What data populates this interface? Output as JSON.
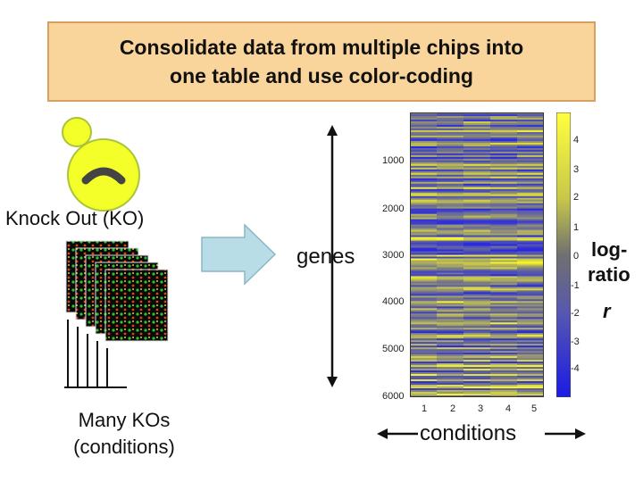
{
  "title": {
    "line1": "Consolidate data from multiple chips into",
    "line2": "one table and use color-coding"
  },
  "left": {
    "ko_label": "Knock Out (KO)",
    "many_label_line1": "Many KOs",
    "many_label_line2": "(conditions)"
  },
  "genes_label": "genes",
  "conditions_label": "conditions",
  "colorbar": {
    "label_line1": "log-",
    "label_line2": "ratio",
    "label_line3": "r",
    "ticks": [
      "4",
      "3",
      "2",
      "1",
      "0",
      "-1",
      "-2",
      "-3",
      "-4"
    ]
  },
  "heatmap": {
    "y_ticks": [
      "1000",
      "2000",
      "3000",
      "4000",
      "5000",
      "6000"
    ],
    "x_ticks": [
      "1",
      "2",
      "3",
      "4",
      "5"
    ]
  },
  "colors": {
    "title_bg": "#f9d59b",
    "arrow_fill": "#b8dde6",
    "circle_fill": "#f4ff2a",
    "heat_low": "#2020d0",
    "heat_mid": "#808080",
    "heat_high": "#f0f040"
  }
}
